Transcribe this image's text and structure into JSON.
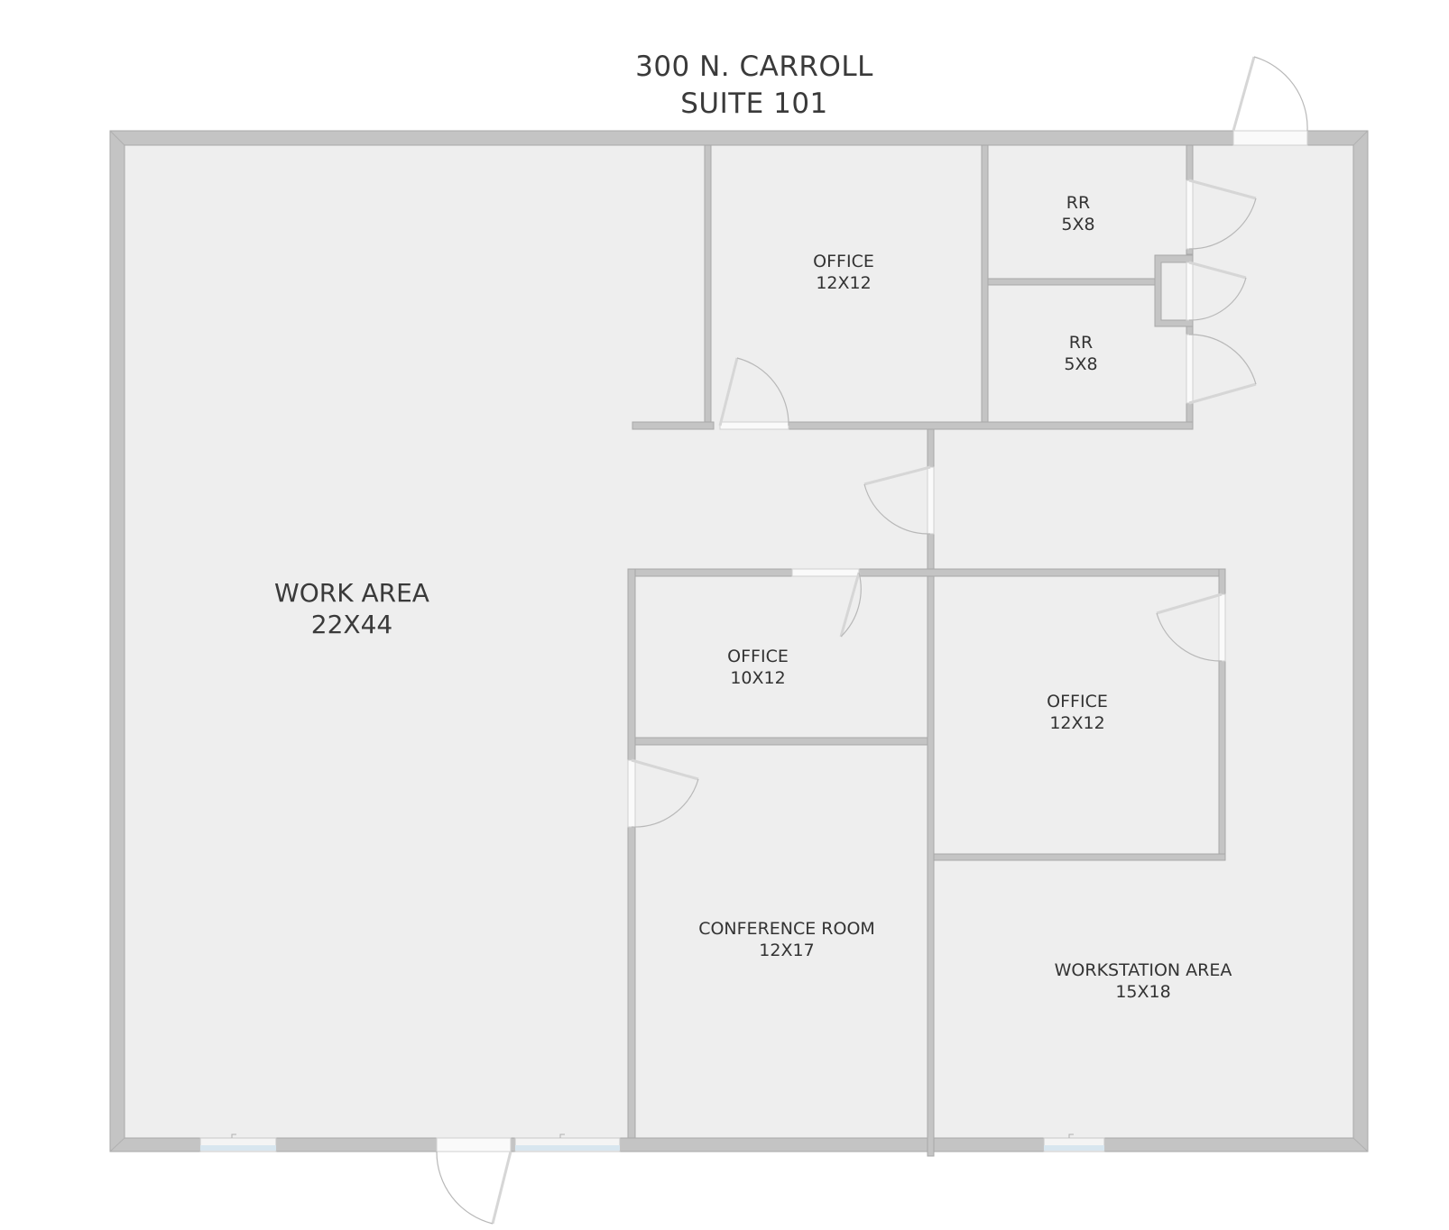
{
  "title": {
    "line1": "300 N. CARROLL",
    "line2": "SUITE 101"
  },
  "rooms": {
    "work_area": {
      "name": "WORK AREA",
      "size": "22X44"
    },
    "office_top": {
      "name": "OFFICE",
      "size": "12X12"
    },
    "rr_upper": {
      "name": "RR",
      "size": "5X8"
    },
    "rr_lower": {
      "name": "RR",
      "size": "5X8"
    },
    "office_mid": {
      "name": "OFFICE",
      "size": "10X12"
    },
    "office_right": {
      "name": "OFFICE",
      "size": "12X12"
    },
    "conference": {
      "name": "CONFERENCE ROOM",
      "size": "12X17"
    },
    "workstation": {
      "name": "WORKSTATION AREA",
      "size": "15X18"
    }
  },
  "colors": {
    "floor": "#eeeeee",
    "wall": "#c4c4c4",
    "wall_edge": "#a8a8a8",
    "door_swing": "#b8b8b8",
    "window_glass": "#d8e6ef",
    "text": "#333333"
  }
}
